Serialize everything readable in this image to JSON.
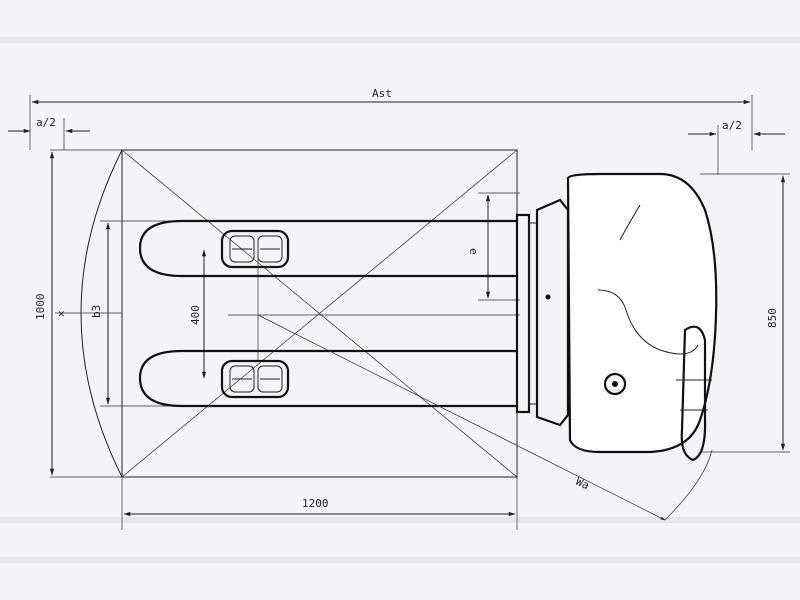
{
  "labels": {
    "ast": "Ast",
    "a_half_left": "a/2",
    "a_half_right": "a/2",
    "depth_1000": "1000",
    "b3": "b3",
    "dim_400": "400",
    "length_1200": "1200",
    "height_850": "850",
    "wa": "Wa",
    "e": "e"
  },
  "colors": {
    "line": "#222222",
    "background": "#f3f4f7"
  }
}
